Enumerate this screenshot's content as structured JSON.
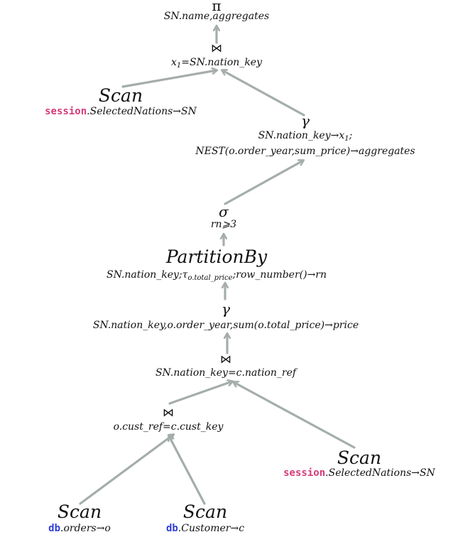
{
  "colors": {
    "edge": "#a5aea9",
    "session_keyword": "#d63a7a",
    "db_keyword": "#2f3fd6"
  },
  "nodes": {
    "project": {
      "op": "π",
      "label": "SN.name,aggregates"
    },
    "join_top": {
      "op": "⋈",
      "label_prefix": "x",
      "label_sub": "1",
      "label_rest": "=SN.nation_key"
    },
    "scan_session_top": {
      "op": "Scan",
      "keyword": "session",
      "label": ".SelectedNations→SN"
    },
    "group_nest": {
      "op": "γ",
      "label_line1_pre": "SN.nation_key→x",
      "label_line1_sub": "1",
      "label_line1_post": ";",
      "label_line2": "NEST(o.order_year,sum_price)→aggregates"
    },
    "select": {
      "op": "σ",
      "label": "rn⩾3"
    },
    "partition": {
      "op": "PartitionBy",
      "label_pre": "SN.nation_key;τ",
      "label_sub": "o.total_price",
      "label_post": ";row_number()→rn"
    },
    "group_sum": {
      "op": "γ",
      "label": "SN.nation_key,o.order_year,sum(o.total_price)→price"
    },
    "join_nation": {
      "op": "⋈",
      "label": "SN.nation_key=c.nation_ref"
    },
    "join_cust": {
      "op": "⋈",
      "label": "o.cust_ref=c.cust_key"
    },
    "scan_session_bottom": {
      "op": "Scan",
      "keyword": "session",
      "label": ".SelectedNations→SN"
    },
    "scan_orders": {
      "op": "Scan",
      "keyword": "db",
      "label": ".orders→o"
    },
    "scan_customer": {
      "op": "Scan",
      "keyword": "db",
      "label": ".Customer→c"
    }
  }
}
